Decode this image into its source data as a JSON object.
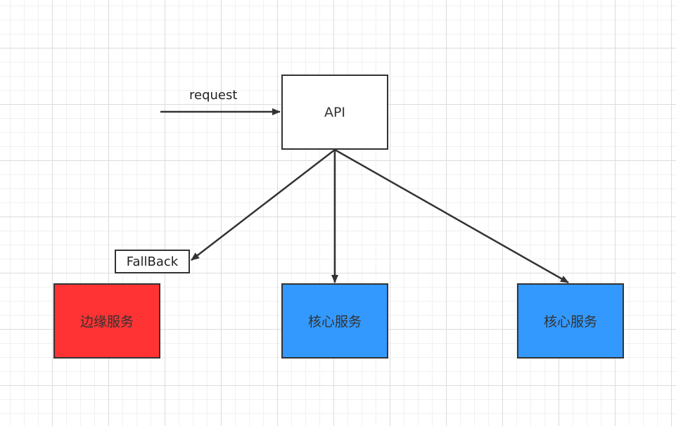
{
  "request_label": "request",
  "api": {
    "label": "API"
  },
  "fallback": {
    "label": "FallBack"
  },
  "edge_service": {
    "label": "边缘服务",
    "color": "#ff3333"
  },
  "core_service_1": {
    "label": "核心服务",
    "color": "#3399ff"
  },
  "core_service_2": {
    "label": "核心服务",
    "color": "#3399ff"
  },
  "line_color": "#333333"
}
